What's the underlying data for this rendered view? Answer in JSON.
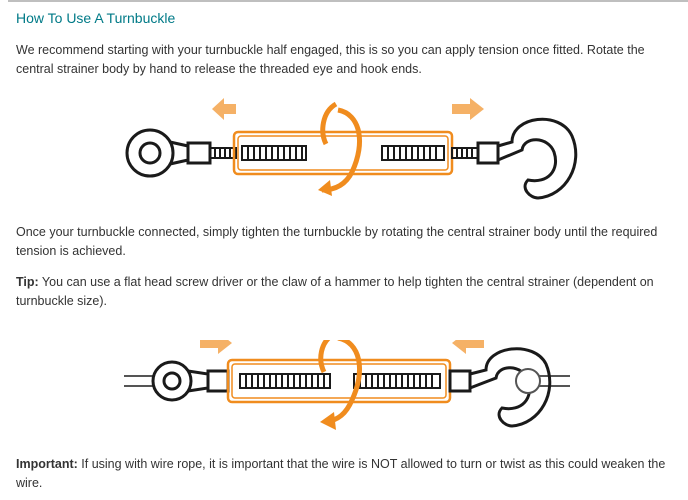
{
  "section": {
    "title": "How To Use A Turnbuckle",
    "intro": "We recommend starting with your turnbuckle half engaged, this is so you can apply tension once fitted. Rotate the central strainer body by hand to release the threaded eye and hook ends.",
    "tighten": "Once your turnbuckle connected, simply tighten the turnbuckle by rotating the central strainer body until the required tension is achieved.",
    "tip_label": "Tip:",
    "tip_text": " You can use a flat head screw driver or the claw of a hammer to help tighten the central strainer (dependent on turnbuckle size).",
    "important_label": "Important:",
    "important_text": " If using with wire rope, it is important that the wire is NOT allowed to turn or twist as this could weaken the wire."
  },
  "colors": {
    "accent": "#f08c1e",
    "arrow_fill": "#f5b166",
    "title": "#007a87",
    "text": "#333333"
  }
}
